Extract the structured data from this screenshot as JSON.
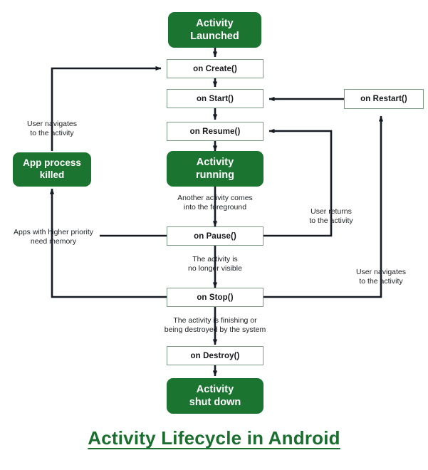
{
  "diagram": {
    "title": "Activity Lifecycle in Android",
    "colors": {
      "green": "#1b7430",
      "box_border": "#7d9b84",
      "line": "#151a23",
      "title": "#1a6e2e",
      "text": "#16181c",
      "background": "#ffffff"
    },
    "nodes": [
      {
        "id": "activity-launched",
        "label": "Activity\nLaunched",
        "type": "terminal-green"
      },
      {
        "id": "on-create",
        "label": "on Create()",
        "type": "process"
      },
      {
        "id": "on-start",
        "label": "on Start()",
        "type": "process"
      },
      {
        "id": "on-resume",
        "label": "on Resume()",
        "type": "process"
      },
      {
        "id": "activity-running",
        "label": "Activity\nrunning",
        "type": "terminal-green"
      },
      {
        "id": "on-pause",
        "label": "on Pause()",
        "type": "process"
      },
      {
        "id": "on-stop",
        "label": "on Stop()",
        "type": "process"
      },
      {
        "id": "on-destroy",
        "label": "on Destroy()",
        "type": "process"
      },
      {
        "id": "activity-shut-down",
        "label": "Activity\nshut down",
        "type": "terminal-green"
      },
      {
        "id": "on-restart",
        "label": "on Restart()",
        "type": "process"
      },
      {
        "id": "app-process-killed",
        "label": "App process\nkilled",
        "type": "terminal-green"
      }
    ],
    "node_labels": {
      "activity_launched_l1": "Activity",
      "activity_launched_l2": "Launched",
      "on_create": "on Create()",
      "on_start": "on Start()",
      "on_resume": "on Resume()",
      "activity_running_l1": "Activity",
      "activity_running_l2": "running",
      "on_pause": "on Pause()",
      "on_stop": "on Stop()",
      "on_destroy": "on Destroy()",
      "activity_shut_down_l1": "Activity",
      "activity_shut_down_l2": "shut down",
      "on_restart": "on Restart()",
      "app_process_killed_l1": "App process",
      "app_process_killed_l2": "killed"
    },
    "edge_labels": {
      "user_navigates_left_l1": "User navigates",
      "user_navigates_left_l2": "to the activity",
      "another_activity_l1": "Another activity comes",
      "another_activity_l2": "into the foreground",
      "apps_higher_priority_l1": "Apps with higher priority",
      "apps_higher_priority_l2": "need memory",
      "user_returns_l1": "User returns",
      "user_returns_l2": "to the activity",
      "no_longer_visible_l1": "The activity is",
      "no_longer_visible_l2": "no longer visible",
      "finishing_destroyed_l1": "The activity is finishing or",
      "finishing_destroyed_l2": "being destroyed by the system",
      "user_navigates_right_l1": "User navigates",
      "user_navigates_right_l2": "to the activity"
    }
  }
}
